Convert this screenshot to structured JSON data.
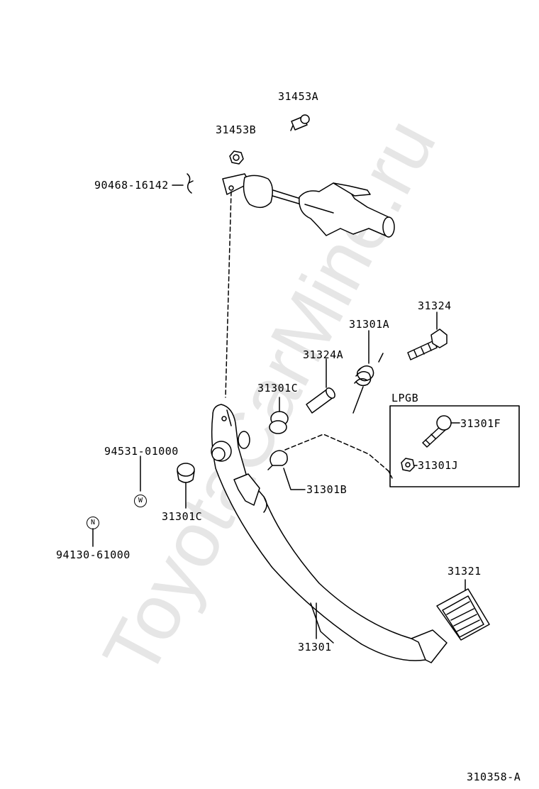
{
  "watermark": "ToyotaCarMine.ru",
  "figure_code": "310358-A",
  "inset": {
    "title": "LPGB"
  },
  "callouts": {
    "p31453A": "31453A",
    "p31453B": "31453B",
    "p90468": "90468-16142",
    "p31324": "31324",
    "p31301A": "31301A",
    "p31324A": "31324A",
    "p31301C_top": "31301C",
    "p31301F": "31301F",
    "p31301J": "31301J",
    "p94531": "94531-01000",
    "p31301B": "31301B",
    "p31301C_bottom": "31301C",
    "p94130": "94130-61000",
    "p31321": "31321",
    "p31301": "31301"
  },
  "markers": {
    "w": "W",
    "n": "N"
  }
}
